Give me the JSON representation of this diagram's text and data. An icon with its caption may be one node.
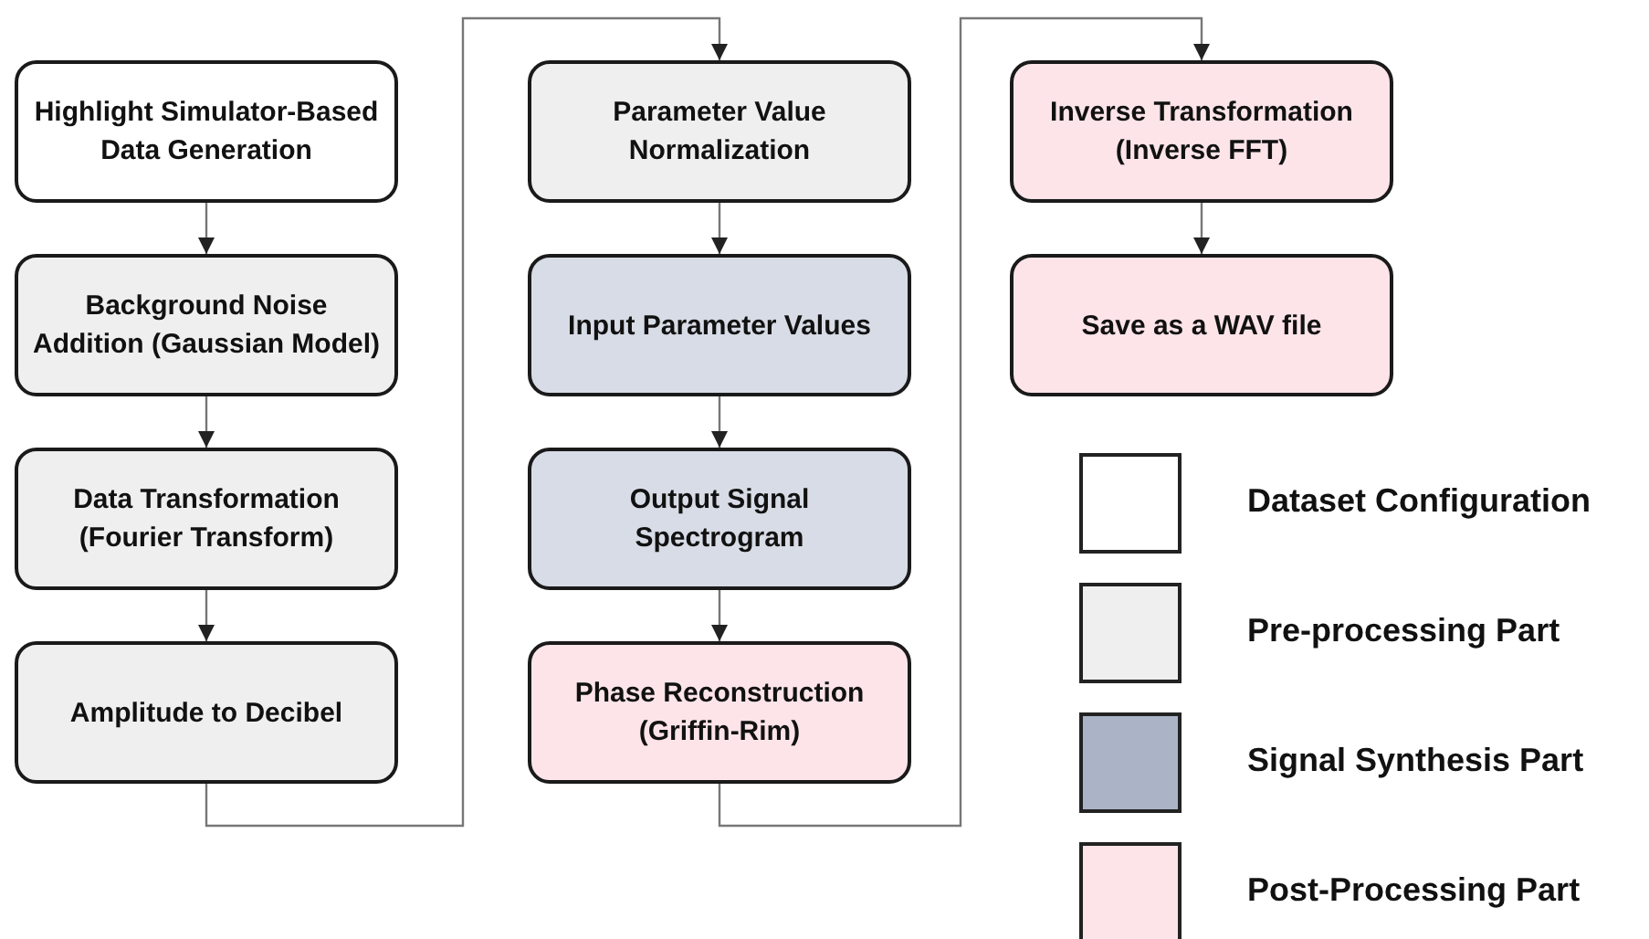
{
  "diagram": {
    "nodes": [
      {
        "text": [
          "Highlight Simulator-Based Data Generation"
        ]
      },
      {
        "text": [
          "Background Noise Addition (Gaussian Model)"
        ]
      },
      {
        "text": [
          "Data Transformation (Fourier Transform)"
        ]
      },
      {
        "text": [
          "Amplitude to Decibel"
        ]
      },
      {
        "text": [
          "Parameter Value Normalization"
        ]
      },
      {
        "text": [
          "Input Parameter Values"
        ]
      },
      {
        "text": [
          "Output Signal Spectrogram"
        ]
      },
      {
        "text": [
          "Phase Reconstruction (Griffin-Rim)"
        ]
      },
      {
        "text": [
          "Inverse Transformation (Inverse FFT)"
        ]
      },
      {
        "text": [
          "Save as a WAV file"
        ]
      }
    ],
    "edges": [
      {
        "from": 0,
        "to": 1,
        "arrow": "to"
      },
      {
        "from": 1,
        "to": 2,
        "arrow": "to"
      },
      {
        "from": 2,
        "to": 3,
        "arrow": "to"
      },
      {
        "from": 3,
        "to": 4,
        "arrow": "to"
      },
      {
        "from": 4,
        "to": 5,
        "arrow": "to"
      },
      {
        "from": 5,
        "to": 6,
        "arrow": "to"
      },
      {
        "from": 6,
        "to": 7,
        "arrow": "to"
      },
      {
        "from": 7,
        "to": 8,
        "arrow": "to"
      },
      {
        "from": 8,
        "to": 9,
        "arrow": "to"
      }
    ],
    "legend": [
      {
        "text": "Dataset Configuration",
        "color": "#ffffff"
      },
      {
        "text": "Pre-processing Part",
        "color": "#eeefee"
      },
      {
        "text": "Signal Synthesis Part",
        "color": "#aab4c6"
      },
      {
        "text": "Post-Processing Part",
        "color": "#fce4e9"
      }
    ]
  }
}
